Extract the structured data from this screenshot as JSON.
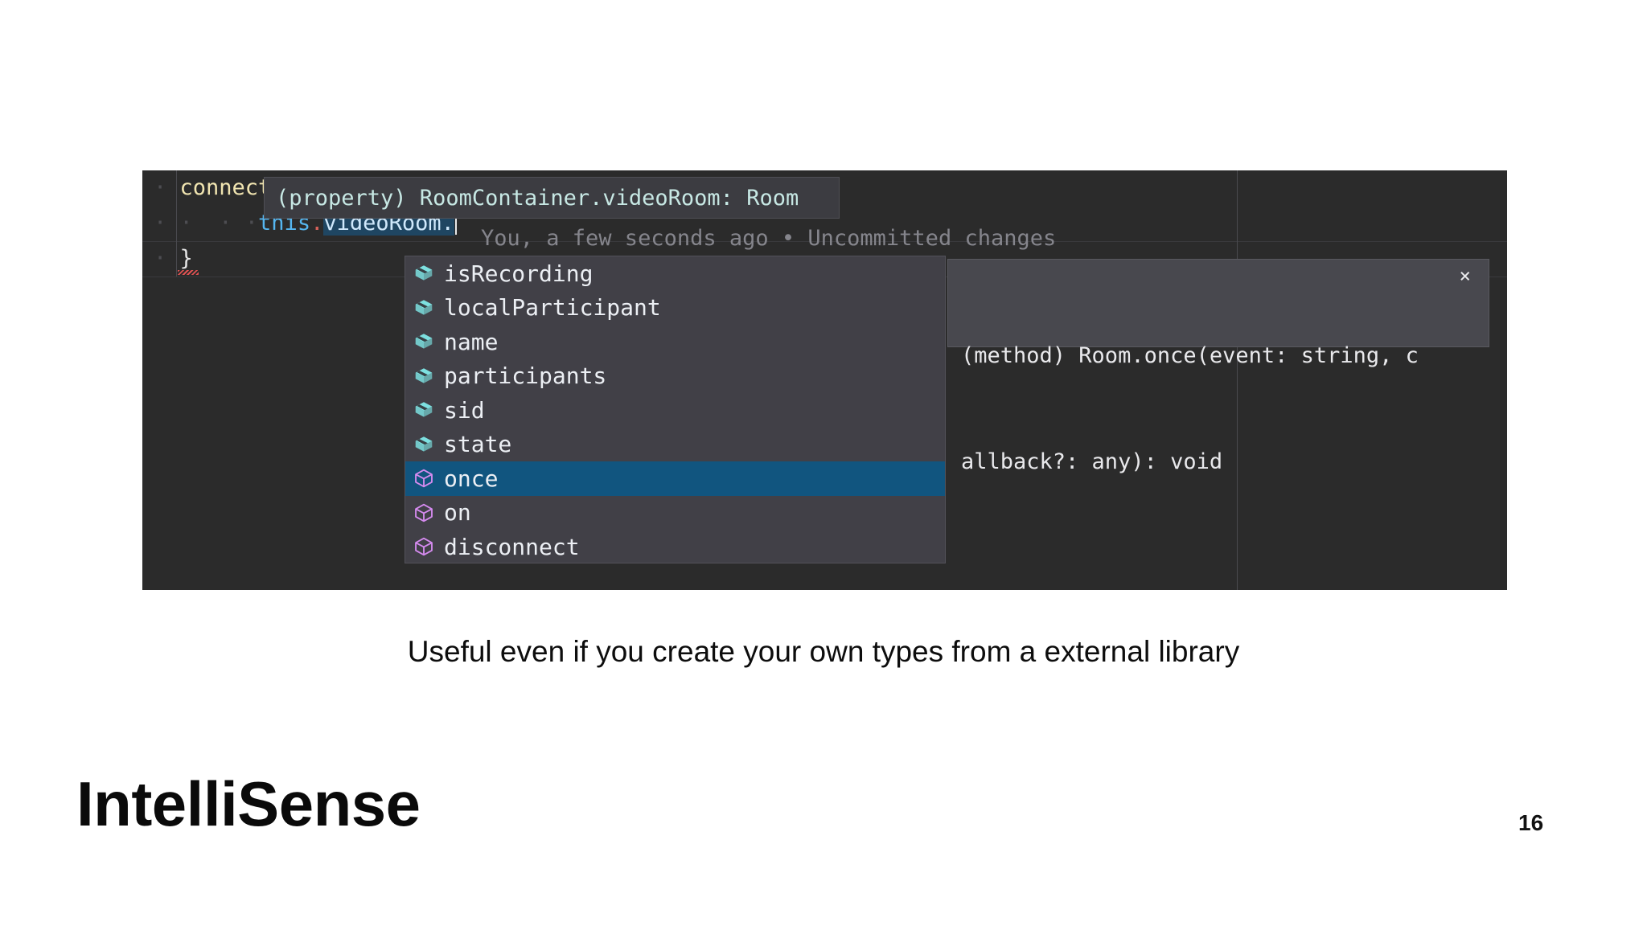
{
  "slide": {
    "title": "IntelliSense",
    "caption": "Useful even if you create your own types from a external library",
    "page_number": "16"
  },
  "editor": {
    "background": "#2b2b2b",
    "lines": [
      {
        "indent": "··",
        "text": "connect",
        "color": "#f0e4b0"
      },
      {
        "indent": "··  ··",
        "text": "this.videoRoom.",
        "color": "#55b6f0"
      },
      {
        "indent": "··",
        "text": "}",
        "color": "#e6e6e6"
      }
    ],
    "line1_code": "connect",
    "line2_this": "this",
    "line2_dot1": ".",
    "line2_prop": "videoRoom",
    "line2_dot2": ".",
    "line3_code": "}",
    "blame": "You, a few seconds ago • Uncommitted changes"
  },
  "hover_tooltip": {
    "text": "(property) RoomContainer.videoRoom: Room",
    "color": "#c7e8e4"
  },
  "suggestions": {
    "items": [
      {
        "label": "isRecording",
        "kind": "property",
        "selected": false
      },
      {
        "label": "localParticipant",
        "kind": "property",
        "selected": false
      },
      {
        "label": "name",
        "kind": "property",
        "selected": false
      },
      {
        "label": "participants",
        "kind": "property",
        "selected": false
      },
      {
        "label": "sid",
        "kind": "property",
        "selected": false
      },
      {
        "label": "state",
        "kind": "property",
        "selected": false
      },
      {
        "label": "once",
        "kind": "method",
        "selected": true
      },
      {
        "label": "on",
        "kind": "method",
        "selected": false
      },
      {
        "label": "disconnect",
        "kind": "method",
        "selected": false
      }
    ],
    "property_icon_color": "#7de0e0",
    "method_icon_color": "#d68bf0",
    "selected_background": "#11557f"
  },
  "signature_panel": {
    "line1": "(method) Room.once(event: string, c",
    "line2": "allback?: any): void",
    "close_label": "×"
  }
}
